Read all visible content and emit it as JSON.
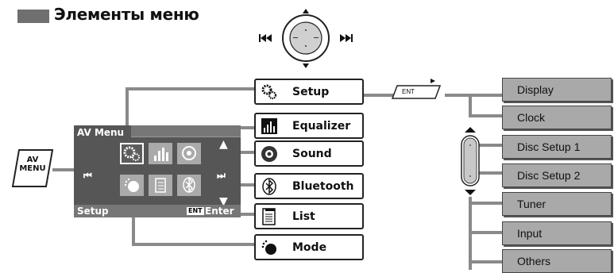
{
  "title": "Элементы меню",
  "av_button": {
    "line1": "AV",
    "line2": "MENU"
  },
  "screen": {
    "header": "AV Menu",
    "footer_left": "Setup",
    "ent_badge": "ENT",
    "enter": "Enter"
  },
  "ent_key": "ENT",
  "menu_items": [
    {
      "label": "Setup",
      "icon": "setup-gears-icon"
    },
    {
      "label": "Equalizer",
      "icon": "equalizer-icon"
    },
    {
      "label": "Sound",
      "icon": "speaker-icon"
    },
    {
      "label": "Bluetooth",
      "icon": "bluetooth-icon"
    },
    {
      "label": "List",
      "icon": "list-icon"
    },
    {
      "label": "Mode",
      "icon": "mode-dial-icon"
    }
  ],
  "setup_items": [
    "Display",
    "Clock",
    "Disc Setup 1",
    "Disc Setup 2",
    "Tuner",
    "Input",
    "Others"
  ],
  "colors": {
    "connector": "#8a8a8a",
    "submenu_fill": "#a9a9a9",
    "screen": "#565656"
  }
}
